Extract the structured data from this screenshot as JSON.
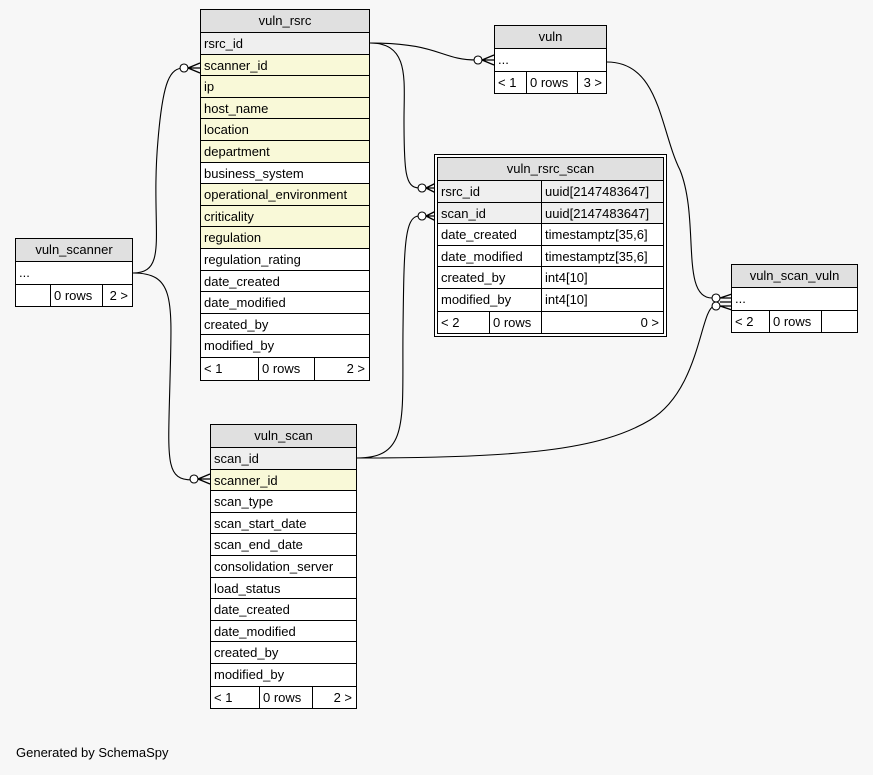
{
  "diagram": {
    "generator_text": "Generated by SchemaSpy",
    "tables": {
      "vuln_rsrc": {
        "name": "vuln_rsrc",
        "columns": [
          {
            "name": "rsrc_id",
            "kind": "pk"
          },
          {
            "name": "scanner_id",
            "kind": "fk"
          },
          {
            "name": "ip",
            "kind": "fk"
          },
          {
            "name": "host_name",
            "kind": "fk"
          },
          {
            "name": "location",
            "kind": "fk"
          },
          {
            "name": "department",
            "kind": "fk"
          },
          {
            "name": "business_system",
            "kind": "plain"
          },
          {
            "name": "operational_environment",
            "kind": "fk"
          },
          {
            "name": "criticality",
            "kind": "fk"
          },
          {
            "name": "regulation",
            "kind": "fk"
          },
          {
            "name": "regulation_rating",
            "kind": "plain"
          },
          {
            "name": "date_created",
            "kind": "plain"
          },
          {
            "name": "date_modified",
            "kind": "plain"
          },
          {
            "name": "created_by",
            "kind": "plain"
          },
          {
            "name": "modified_by",
            "kind": "plain"
          }
        ],
        "footer": {
          "parents": "< 1",
          "rows": "0 rows",
          "children": "2 >"
        }
      },
      "vuln": {
        "name": "vuln",
        "columns": [
          {
            "name": "...",
            "kind": "plain"
          }
        ],
        "footer": {
          "parents": "< 1",
          "rows": "0 rows",
          "children": "3 >"
        }
      },
      "vuln_rsrc_scan": {
        "name": "vuln_rsrc_scan",
        "columns": [
          {
            "name": "rsrc_id",
            "type": "uuid[2147483647]",
            "kind": "pk"
          },
          {
            "name": "scan_id",
            "type": "uuid[2147483647]",
            "kind": "pk"
          },
          {
            "name": "date_created",
            "type": "timestamptz[35,6]",
            "kind": "plain"
          },
          {
            "name": "date_modified",
            "type": "timestamptz[35,6]",
            "kind": "plain"
          },
          {
            "name": "created_by",
            "type": "int4[10]",
            "kind": "plain"
          },
          {
            "name": "modified_by",
            "type": "int4[10]",
            "kind": "plain"
          }
        ],
        "footer": {
          "parents": "< 2",
          "rows": "0 rows",
          "children": "0 >"
        }
      },
      "vuln_scan_vuln": {
        "name": "vuln_scan_vuln",
        "columns": [
          {
            "name": "...",
            "kind": "plain"
          }
        ],
        "footer": {
          "parents": "< 2",
          "rows": "0 rows",
          "children": ""
        }
      },
      "vuln_scanner": {
        "name": "vuln_scanner",
        "columns": [
          {
            "name": "...",
            "kind": "plain"
          }
        ],
        "footer": {
          "parents": "",
          "rows": "0 rows",
          "children": "2 >"
        }
      },
      "vuln_scan": {
        "name": "vuln_scan",
        "columns": [
          {
            "name": "scan_id",
            "kind": "pk"
          },
          {
            "name": "scanner_id",
            "kind": "fk"
          },
          {
            "name": "scan_type",
            "kind": "plain"
          },
          {
            "name": "scan_start_date",
            "kind": "plain"
          },
          {
            "name": "scan_end_date",
            "kind": "plain"
          },
          {
            "name": "consolidation_server",
            "kind": "plain"
          },
          {
            "name": "load_status",
            "kind": "plain"
          },
          {
            "name": "date_created",
            "kind": "plain"
          },
          {
            "name": "date_modified",
            "kind": "plain"
          },
          {
            "name": "created_by",
            "kind": "plain"
          },
          {
            "name": "modified_by",
            "kind": "plain"
          }
        ],
        "footer": {
          "parents": "< 1",
          "rows": "0 rows",
          "children": "2 >"
        }
      }
    },
    "relationships": [
      {
        "from": "vuln_scanner",
        "to": "vuln_rsrc.scanner_id"
      },
      {
        "from": "vuln_scanner",
        "to": "vuln_scan.scanner_id"
      },
      {
        "from": "vuln_rsrc.rsrc_id",
        "to": "vuln"
      },
      {
        "from": "vuln_rsrc.rsrc_id",
        "to": "vuln_rsrc_scan.rsrc_id"
      },
      {
        "from": "vuln_scan.scan_id",
        "to": "vuln_rsrc_scan.scan_id"
      },
      {
        "from": "vuln",
        "to": "vuln_scan_vuln"
      },
      {
        "from": "vuln_scan.scan_id",
        "to": "vuln_scan_vuln"
      }
    ],
    "colors": {
      "background": "#f7f7f7",
      "header": "#e0e0e0",
      "primary_key": "#efefef",
      "foreign_key": "#f9f9d8",
      "border": "#000000"
    }
  }
}
